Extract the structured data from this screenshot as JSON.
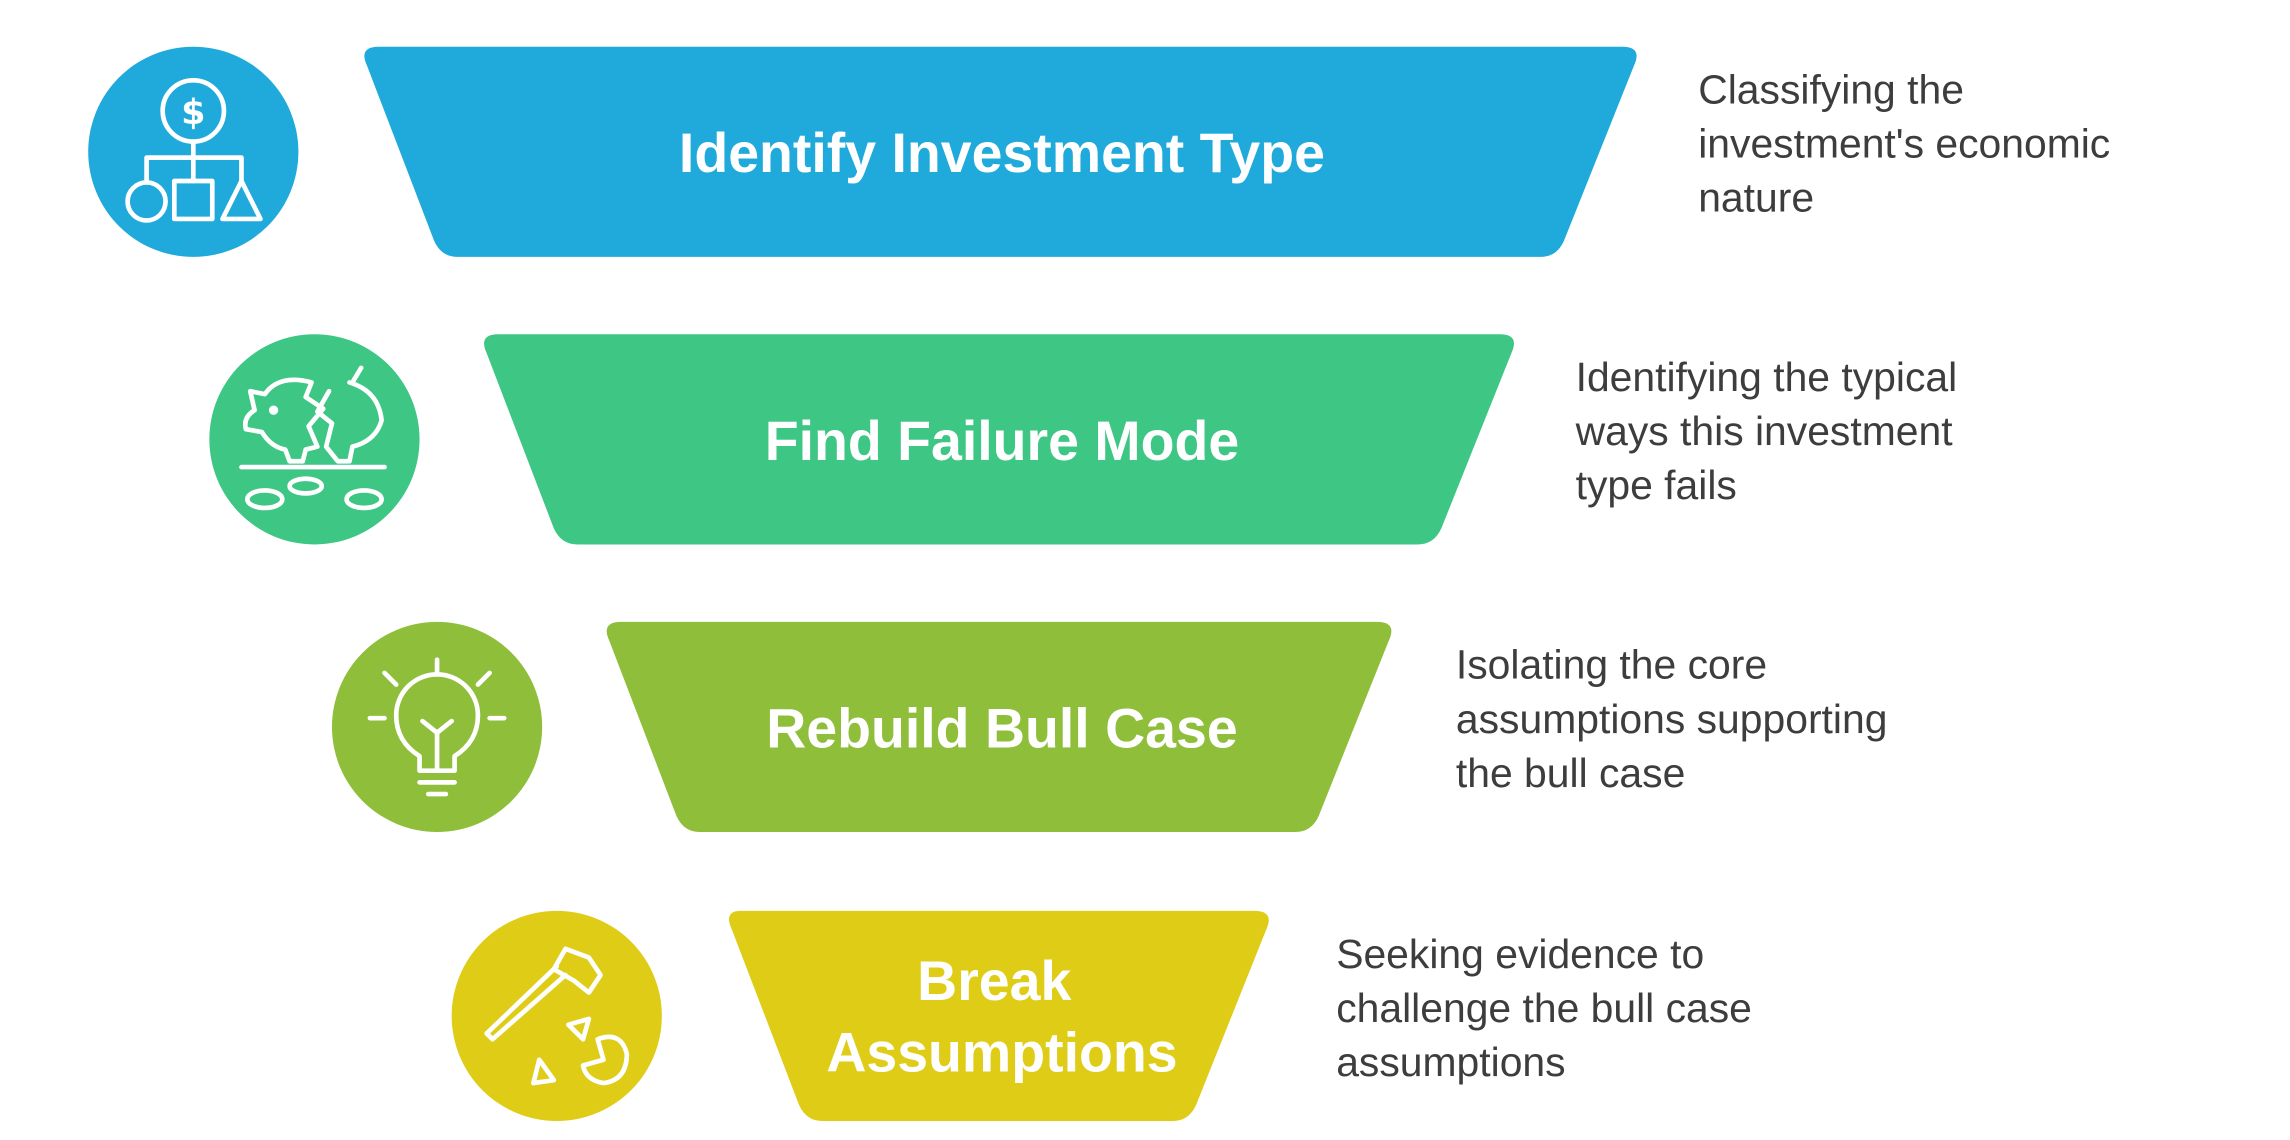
{
  "stages": [
    {
      "title_lines": [
        "Identify Investment Type"
      ],
      "description_lines": [
        "Classifying the",
        "investment's economic",
        "nature"
      ],
      "color": "#1faadb",
      "icon": "classification-hierarchy-icon"
    },
    {
      "title_lines": [
        "Find Failure Mode"
      ],
      "description_lines": [
        "Identifying the typical",
        "ways this investment",
        "type fails"
      ],
      "color": "#3ec684",
      "icon": "broken-piggy-bank-icon"
    },
    {
      "title_lines": [
        "Rebuild Bull Case"
      ],
      "description_lines": [
        "Isolating the core",
        "assumptions supporting",
        "the bull case"
      ],
      "color": "#8fbe3a",
      "icon": "lightbulb-icon"
    },
    {
      "title_lines": [
        "Break",
        "Assumptions"
      ],
      "description_lines": [
        "Seeking evidence to",
        "challenge the bull case",
        "assumptions"
      ],
      "color": "#dfcc17",
      "icon": "hammer-breaking-icon"
    }
  ]
}
